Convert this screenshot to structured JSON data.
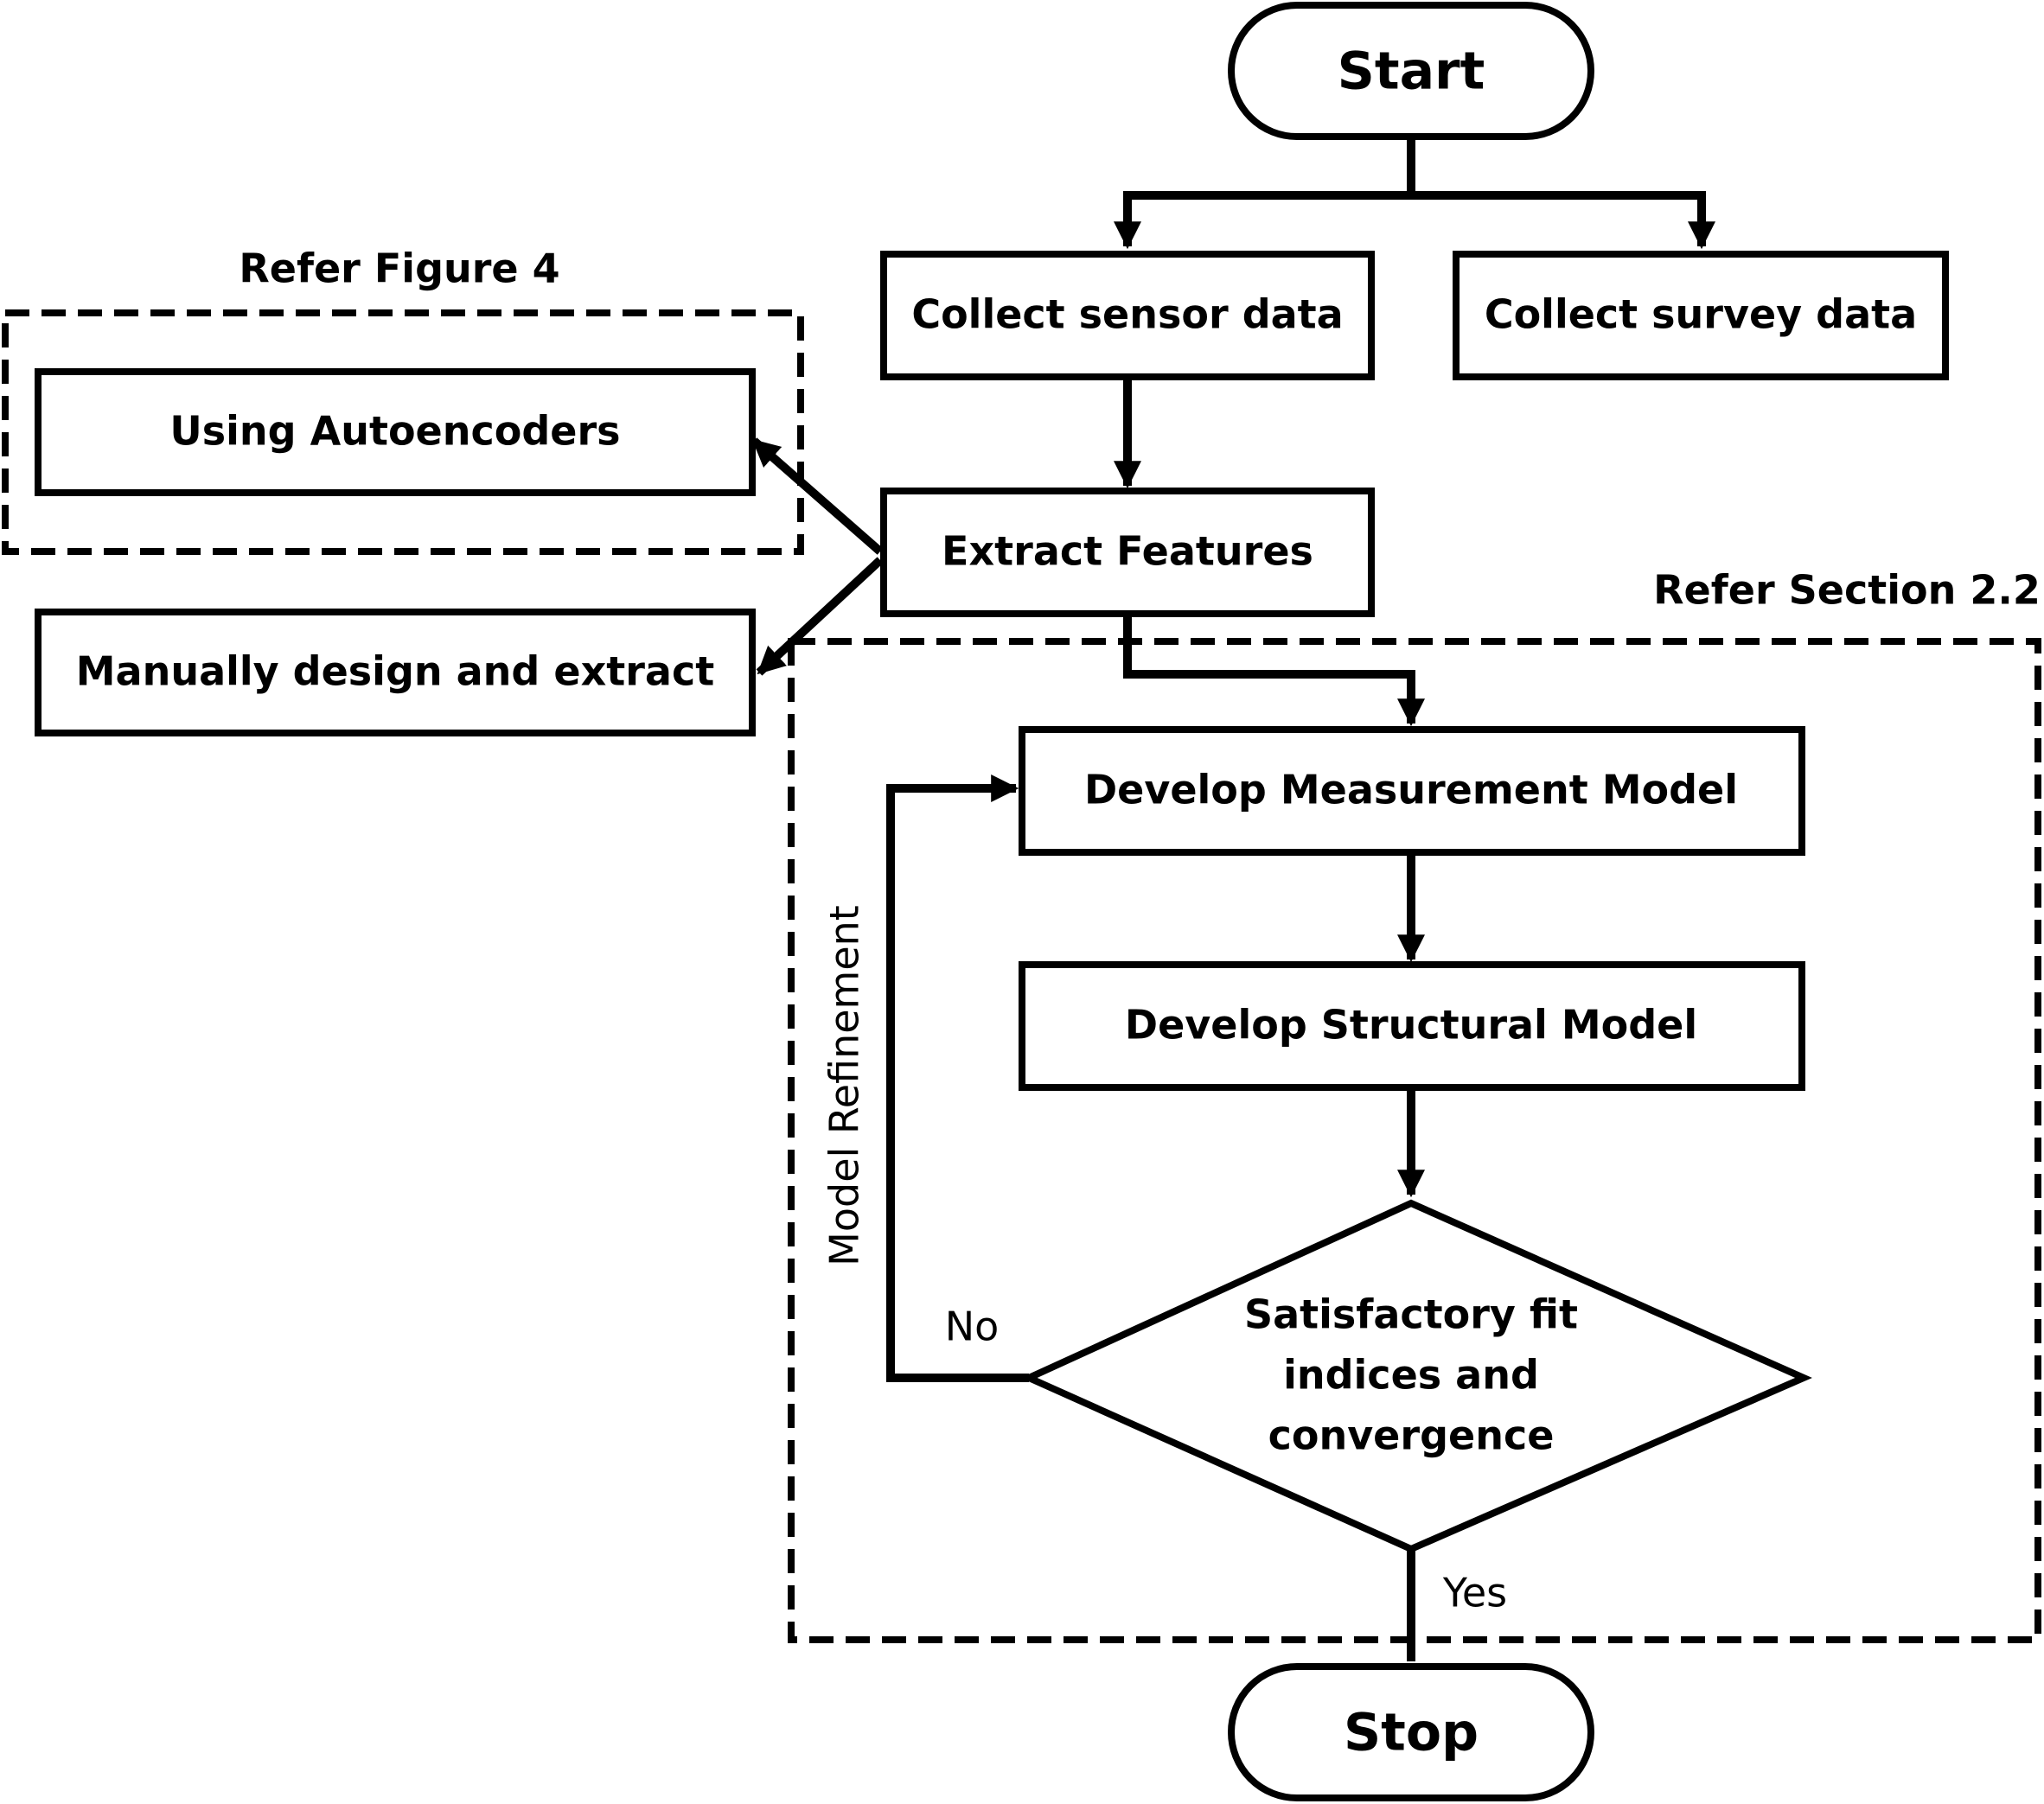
{
  "nodes": {
    "start": "Start",
    "collect_sensor": "Collect sensor data",
    "collect_survey": "Collect survey data",
    "extract_features": "Extract Features",
    "autoencoders": "Using Autoencoders",
    "manual": "Manually design and extract",
    "measurement_model": "Develop Measurement Model",
    "structural_model": "Develop Structural Model",
    "decision_line1": "Satisfactory fit",
    "decision_line2": "indices and",
    "decision_line3": "convergence",
    "stop": "Stop"
  },
  "labels": {
    "refer_figure": "Refer Figure 4",
    "refer_section": "Refer Section 2.2",
    "model_refinement": "Model Refinement",
    "no": "No",
    "yes": "Yes"
  }
}
